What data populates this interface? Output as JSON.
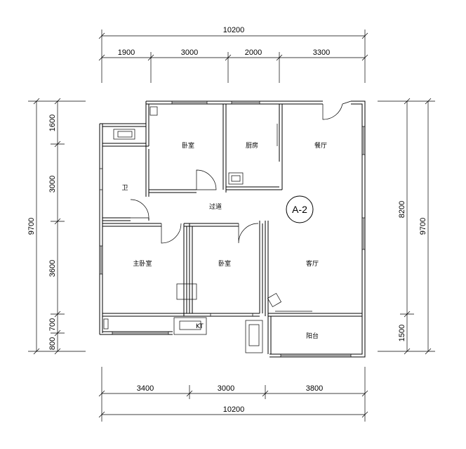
{
  "dimensions": {
    "top_total": "10200",
    "top_segments": [
      "1900",
      "3000",
      "2000",
      "3300"
    ],
    "bottom_total": "10200",
    "bottom_segments": [
      "3400",
      "3000",
      "3800"
    ],
    "left_total": "9700",
    "left_segments": [
      "1600",
      "3000",
      "3600",
      "700",
      "800"
    ],
    "right_total": "9700",
    "right_segments": [
      "8200",
      "1500"
    ]
  },
  "rooms": {
    "bedroom_top": "卧室",
    "kitchen": "厨房",
    "dining": "餐厅",
    "bath": "卫",
    "corridor": "过道",
    "master_bedroom": "主卧室",
    "bedroom_mid": "卧室",
    "living": "客厅",
    "balcony": "阳台"
  },
  "unit_tag": "A-2",
  "fixture_labels": {
    "kt": "KT"
  }
}
